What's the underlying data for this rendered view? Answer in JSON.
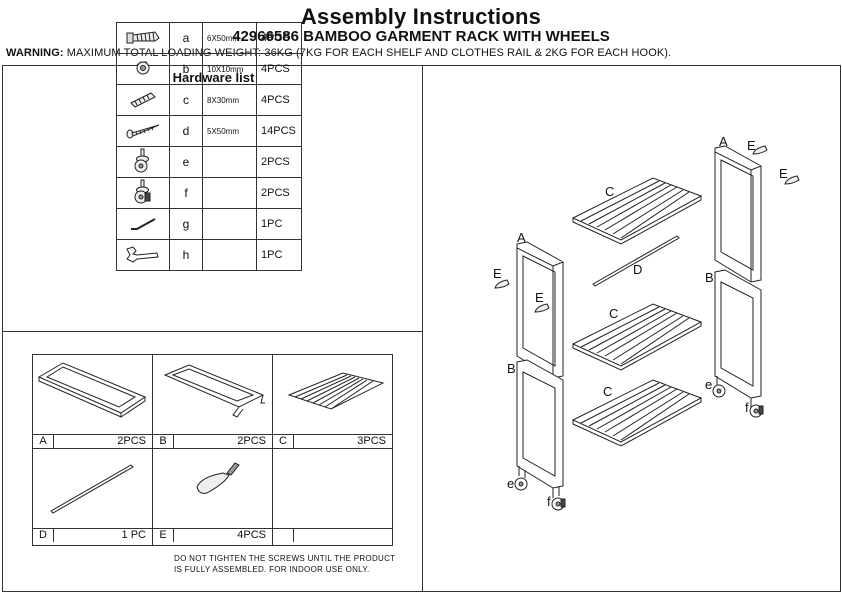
{
  "header": {
    "title": "Assembly Instructions",
    "subtitle": "42966586 BAMBOO GARMENT RACK WITH WHEELS",
    "warning_label": "WARNING:",
    "warning_text": " MAXIMUM TOTAL LOADING WEIGHT: 36KG (7KG FOR EACH SHELF AND CLOTHES RAIL & 2KG FOR EACH HOOK)."
  },
  "hardware": {
    "title": "Hardware list",
    "items": [
      {
        "letter": "a",
        "size": "6X50mm",
        "qty": "4PCS",
        "icon": "screw-icon"
      },
      {
        "letter": "b",
        "size": "10X10mm",
        "qty": "4PCS",
        "icon": "nut-icon"
      },
      {
        "letter": "c",
        "size": "8X30mm",
        "qty": "4PCS",
        "icon": "dowel-icon"
      },
      {
        "letter": "d",
        "size": "5X50mm",
        "qty": "14PCS",
        "icon": "wood-screw-icon"
      },
      {
        "letter": "e",
        "size": "",
        "qty": "2PCS",
        "icon": "caster-icon"
      },
      {
        "letter": "f",
        "size": "",
        "qty": "2PCS",
        "icon": "locking-caster-icon"
      },
      {
        "letter": "g",
        "size": "",
        "qty": "1PC",
        "icon": "allen-key-icon"
      },
      {
        "letter": "h",
        "size": "",
        "qty": "1PC",
        "icon": "wrench-icon"
      }
    ]
  },
  "parts": [
    {
      "letter": "A",
      "qty": "2PCS",
      "icon": "side-frame-a-icon"
    },
    {
      "letter": "B",
      "qty": "2PCS",
      "icon": "side-frame-b-icon"
    },
    {
      "letter": "C",
      "qty": "3PCS",
      "icon": "slatted-shelf-icon"
    },
    {
      "letter": "D",
      "qty": "1 PC",
      "icon": "clothes-rail-icon"
    },
    {
      "letter": "E",
      "qty": "4PCS",
      "icon": "hook-icon"
    },
    {
      "letter": "",
      "qty": "",
      "icon": ""
    }
  ],
  "note": {
    "line1": "DO NOT TIGHTEN THE SCREWS UNTIL THE PRODUCT",
    "line2": "IS FULLY ASSEMBLED. FOR INDOOR USE ONLY."
  },
  "diagram_labels": {
    "A": "A",
    "B": "B",
    "C": "C",
    "D": "D",
    "E": "E",
    "e": "e",
    "f": "f"
  }
}
